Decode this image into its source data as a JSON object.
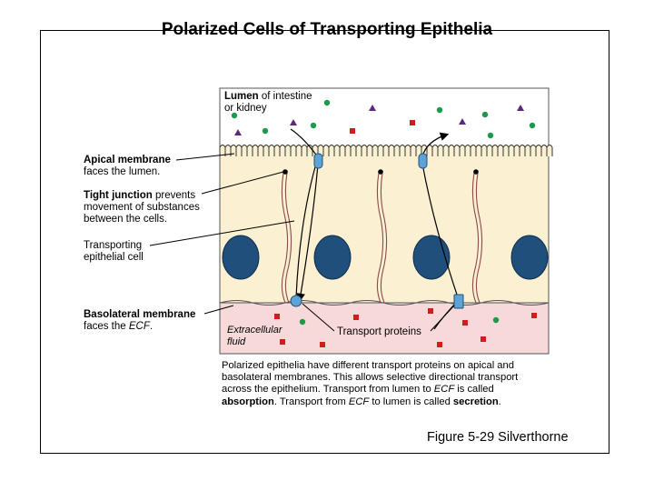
{
  "title": "Polarized Cells of Transporting Epithelia",
  "lumen": {
    "bold": "Lumen",
    "rest1": " of intestine",
    "line2": "or kidney"
  },
  "ecf": {
    "line1": "Extracellular",
    "line2": "fluid"
  },
  "transport_proteins": "Transport proteins",
  "labels": {
    "apical": {
      "bold": "Apical membrane",
      "line2": "faces the lumen."
    },
    "tight": {
      "bold": "Tight junction",
      "rest1": " prevents",
      "line2": "movement of substances",
      "line3": "between the cells."
    },
    "cell": {
      "line1": "Transporting",
      "line2": "epithelial cell"
    },
    "basolateral": {
      "bold": "Basolateral membrane",
      "pre2": "faces the ",
      "em2": "ECF",
      "post2": "."
    }
  },
  "caption": {
    "line1": "Polarized epithelia have different transport proteins on apical and",
    "line2": "basolateral membranes. This allows selective directional transport",
    "line3a": "across the epithelium. Transport from lumen to ",
    "ecf": "ECF",
    "line3b": " is called",
    "absorption": "absorption",
    "line4a": ". Transport from ",
    "line4b": " to lumen is called ",
    "secretion": "secretion",
    "period": "."
  },
  "figure_ref": "Figure 5-29 Silverthorne",
  "colors": {
    "cell_fill": "#fbf0d2",
    "ecf_fill": "#f7d9d9",
    "nucleus": "#1f4f7a",
    "green_dot": "#1a9a4a",
    "red_square": "#d01c1c",
    "purple_triangle": "#5b2a7e",
    "transporter": "#5fa3d6"
  }
}
